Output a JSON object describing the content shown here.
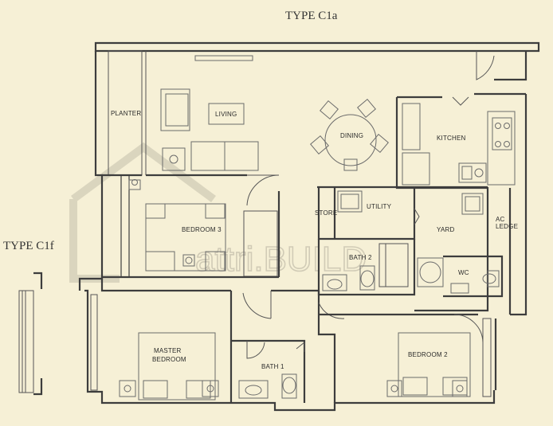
{
  "titles": {
    "main": "TYPE C1a",
    "alt": "TYPE C1f"
  },
  "rooms": {
    "planter": "PLANTER",
    "living": "LIVING",
    "dining": "DINING",
    "kitchen": "KITCHEN",
    "bedroom3": "BEDROOM 3",
    "store": "STORE",
    "utility": "UTILITY",
    "yard": "YARD",
    "ac_ledge_1": "AC",
    "ac_ledge_2": "LEDGE",
    "bath2": "BATH 2",
    "wc": "WC",
    "master_1": "MASTER",
    "master_2": "BEDROOM",
    "bath1": "BATH 1",
    "bedroom2": "BEDROOM 2"
  },
  "watermark": "attri.BUILD",
  "colors": {
    "background": "#f6f0d6",
    "wall": "#3d3d3d",
    "watermark": "#b9b4a2"
  }
}
